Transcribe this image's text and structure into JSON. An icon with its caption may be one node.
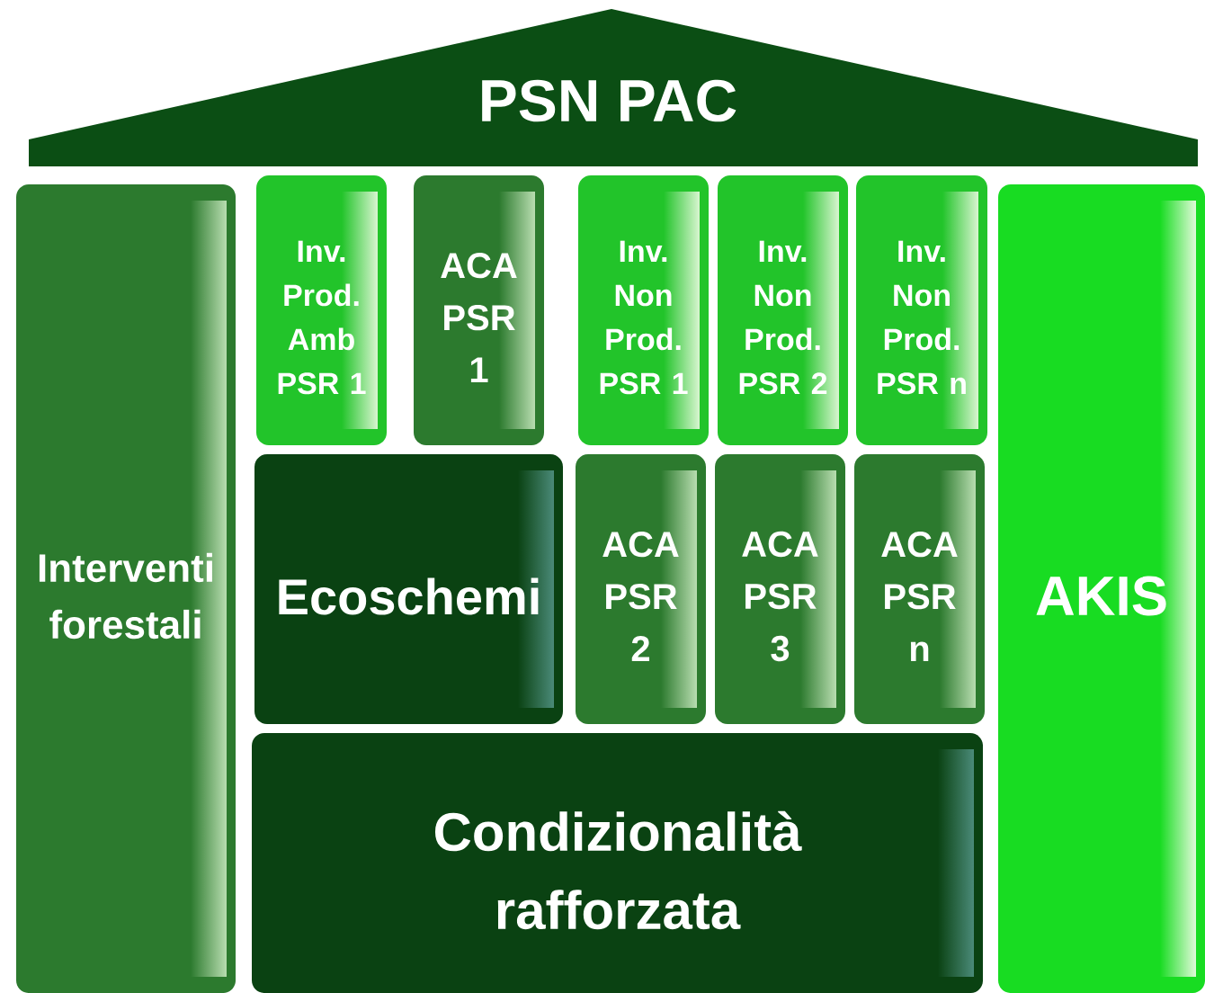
{
  "diagram": {
    "nodes": [
      {
        "text": [
          "PSN PAC"
        ]
      },
      {
        "text": [
          "Interventi forestali"
        ]
      },
      {
        "text": [
          "Inv. Prod. Amb PSR 1"
        ]
      },
      {
        "text": [
          "ACA PSR 1"
        ]
      },
      {
        "text": [
          "Inv. Non Prod. PSR 1"
        ]
      },
      {
        "text": [
          "Inv. Non Prod. PSR 2"
        ]
      },
      {
        "text": [
          "Inv. Non Prod. PSR n"
        ]
      },
      {
        "text": [
          "AKIS"
        ]
      },
      {
        "text": [
          "Ecoschemi"
        ]
      },
      {
        "text": [
          "ACA PSR 2"
        ]
      },
      {
        "text": [
          "ACA PSR 3"
        ]
      },
      {
        "text": [
          "ACA PSR n"
        ]
      },
      {
        "text": [
          "Condizionalità rafforzata"
        ]
      }
    ]
  }
}
